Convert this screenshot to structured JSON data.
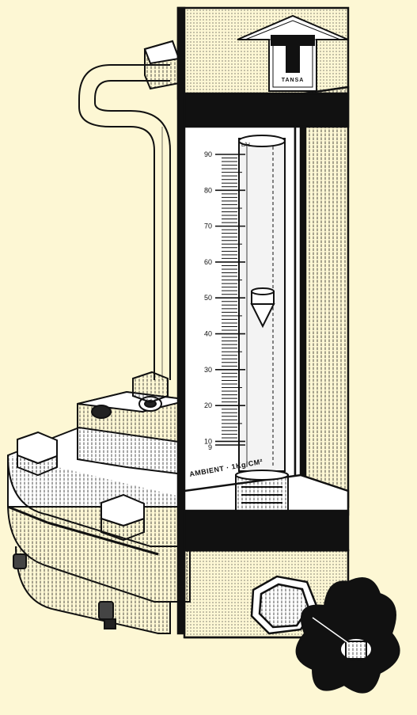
{
  "brand": {
    "name": "TANSA",
    "logo_icon": "tansa-arrow-logo-icon"
  },
  "scale": {
    "unit_label": "L/H",
    "major": [
      90,
      80,
      70,
      60,
      50,
      40,
      30,
      20,
      10
    ],
    "minor_bottom": 9,
    "range": [
      9,
      90
    ]
  },
  "calibration": {
    "text": "AMBIENT · 1Kg/CM²"
  },
  "colors": {
    "background": "#fdf7d4",
    "ink": "#111111",
    "glass": "#f3f3f3"
  }
}
